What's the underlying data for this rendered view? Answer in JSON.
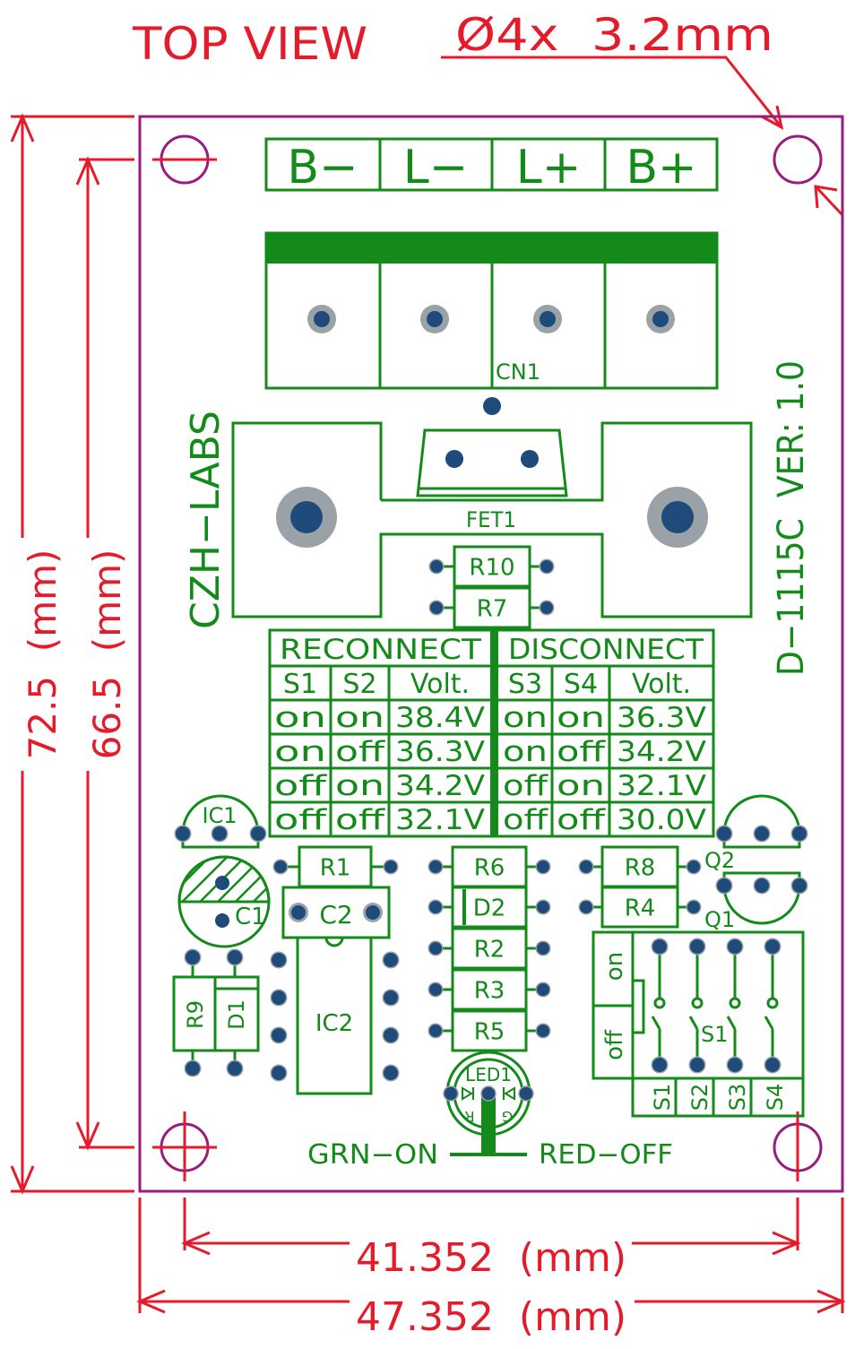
{
  "header": {
    "view_label": "TOP VIEW",
    "hole_callout": "Ø4x  3.2mm"
  },
  "dimensions": {
    "outer_height": "72.5  (mm)",
    "inner_height": "66.5  (mm)",
    "inner_width": "41.352  (mm)",
    "outer_width": "47.352  (mm)"
  },
  "colors": {
    "dimension": "#e41b2b",
    "silkscreen": "#138a1a",
    "board_outline": "#9a1a7e",
    "pad": "#1f4b7a",
    "pad_ring": "#9aa2a8"
  },
  "terminal": {
    "labels": [
      "B−",
      "L−",
      "L+",
      "B+"
    ],
    "ref": "CN1"
  },
  "board": {
    "brand": "CZH−LABS",
    "model": "D−1115C  VER: 1.0",
    "fet_ref": "FET1"
  },
  "components": {
    "r10": "R10",
    "r7": "R7",
    "ic1": "IC1",
    "c1": "C1",
    "r1": "R1",
    "c2": "C2",
    "ic2": "IC2",
    "r9": "R9",
    "d1": "D1",
    "r6": "R6",
    "d2": "D2",
    "r2": "R2",
    "r3": "R3",
    "r5": "R5",
    "r8": "R8",
    "r4": "R4",
    "q2": "Q2",
    "q1": "Q1",
    "s1": "S1",
    "led1": "LED1",
    "led_r": "R",
    "led_g": "G"
  },
  "dip_switch": {
    "on_label": "on",
    "off_label": "off",
    "ref": "S1",
    "positions": [
      "S1",
      "S2",
      "S3",
      "S4"
    ]
  },
  "led_legend": {
    "green": "GRN−ON",
    "red": "RED−OFF"
  },
  "table": {
    "reconnect": {
      "title": "RECONNECT",
      "headers": [
        "S1",
        "S2",
        "Volt."
      ],
      "rows": [
        [
          "on",
          "on",
          "38.4V"
        ],
        [
          "on",
          "off",
          "36.3V"
        ],
        [
          "off",
          "on",
          "34.2V"
        ],
        [
          "off",
          "off",
          "32.1V"
        ]
      ]
    },
    "disconnect": {
      "title": "DISCONNECT",
      "headers": [
        "S3",
        "S4",
        "Volt."
      ],
      "rows": [
        [
          "on",
          "on",
          "36.3V"
        ],
        [
          "on",
          "off",
          "34.2V"
        ],
        [
          "off",
          "on",
          "32.1V"
        ],
        [
          "off",
          "off",
          "30.0V"
        ]
      ]
    }
  }
}
